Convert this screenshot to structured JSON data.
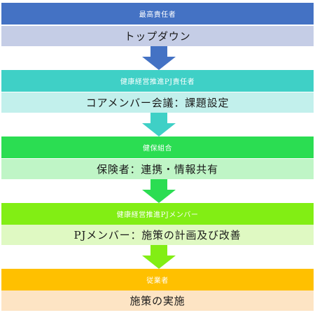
{
  "steps": [
    {
      "title": "最高責任者",
      "desc": "トップダウン",
      "title_color": "#4472c4",
      "desc_color": "#c5cde6",
      "arrow_color": "#4472c4"
    },
    {
      "title": "健康経営推進PJ責任者",
      "desc": "コアメンバー会議：課題設定",
      "title_color": "#3fd0c6",
      "desc_color": "#c2f0ec",
      "arrow_color": "#3fd0c6"
    },
    {
      "title": "健保組合",
      "desc": "保険者：連携・情報共有",
      "title_color": "#2bdd52",
      "desc_color": "#bff5c6",
      "arrow_color": "#2bdd52"
    },
    {
      "title": "健康経営推進PJメンバー",
      "desc": "PJメンバー：施策の計画及び改善",
      "title_color": "#82ee14",
      "desc_color": "#dff9c2",
      "arrow_color": "#82ee14"
    },
    {
      "title": "従業者",
      "desc": "施策の実施",
      "title_color": "#ffc000",
      "desc_color": "#fde4c4"
    }
  ]
}
